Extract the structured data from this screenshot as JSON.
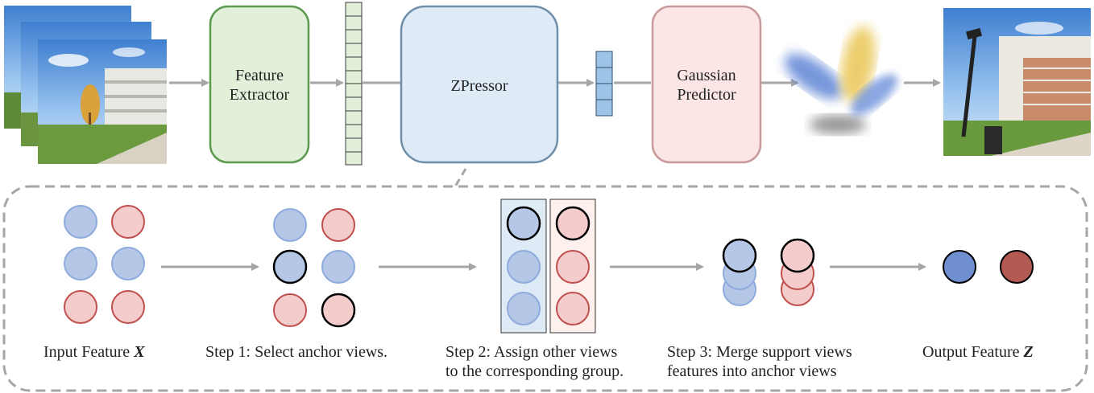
{
  "pipeline": {
    "feature_extractor": [
      "Feature",
      "Extractor"
    ],
    "zpressor": "ZPressor",
    "gaussian_predictor": [
      "Gaussian",
      "Predictor"
    ]
  },
  "steps": {
    "input": {
      "text": "Input Feature ",
      "symbol": "X"
    },
    "step1": "Step 1: Select anchor views.",
    "step2": [
      "Step 2: Assign other views",
      "to the corresponding group."
    ],
    "step3": [
      "Step 3: Merge support views",
      "features into anchor views"
    ],
    "output": {
      "text": "Output Feature ",
      "symbol": "Z"
    }
  },
  "colors": {
    "blue_fill": "#b4c7e7",
    "blue_stroke": "#8faadc",
    "red_fill": "#f4cccc",
    "red_stroke": "#c0504d",
    "anchor_stroke": "#000000",
    "out_blue": "#6f8fd0",
    "out_red": "#b35b52",
    "extractor_fill": "#e2f0d9",
    "extractor_stroke": "#5b9a4f",
    "zpressor_fill": "#deebf7",
    "zpressor_stroke": "#6f8fa8",
    "gaussian_fill": "#fbe5e5",
    "gaussian_stroke": "#c99a9a",
    "arrow": "#a6a6a6"
  }
}
